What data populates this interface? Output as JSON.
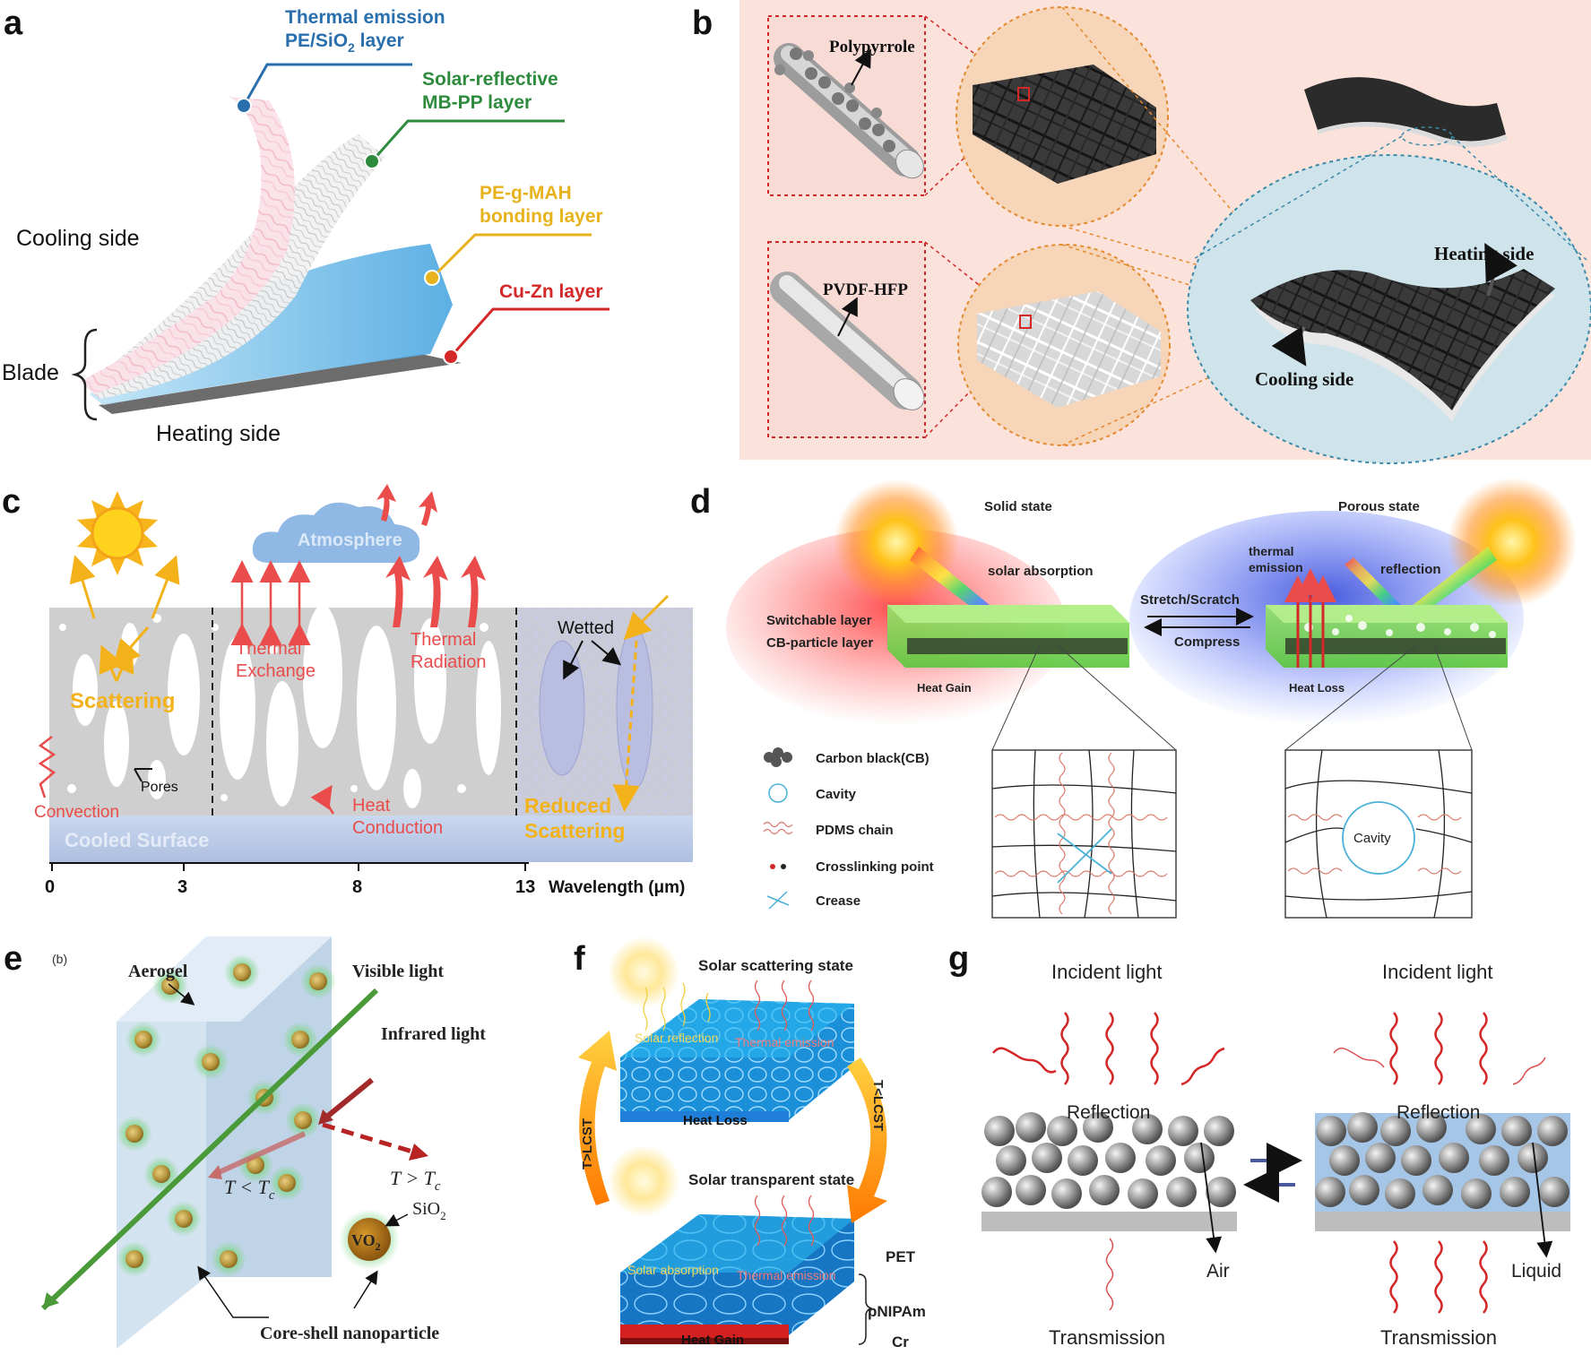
{
  "panel_letters": [
    "a",
    "b",
    "c",
    "d",
    "e",
    "f",
    "g"
  ],
  "a": {
    "thermal_emission_1": "Thermal emission",
    "thermal_emission_2": "PE/SiO",
    "thermal_emission_sub": "2",
    "thermal_emission_3": " layer",
    "solar_reflective_1": "Solar-reflective",
    "solar_reflective_2": "MB-PP layer",
    "bonding_1": "PE-g-MAH",
    "bonding_2": "bonding layer",
    "cuzn": "Cu-Zn layer",
    "cooling_side": "Cooling side",
    "blade": "Blade",
    "heating_side": "Heating side",
    "colors": {
      "emission": "#2a6fad",
      "reflective": "#2e8b3e",
      "bonding": "#e8b21c",
      "cuzn": "#d42727"
    }
  },
  "b": {
    "polypyrrole": "Polypyrrole",
    "pvdf": "PVDF-HFP",
    "heating_side": "Heating side",
    "cooling_side": "Cooling side"
  },
  "c": {
    "atmosphere": "Atmosphere",
    "scattering": "Scattering",
    "thermal_exchange_1": "Thermal",
    "thermal_exchange_2": "Exchange",
    "thermal_radiation_1": "Thermal",
    "thermal_radiation_2": "Radiation",
    "wetted": "Wetted",
    "pores": "Pores",
    "convection": "Convection",
    "heat_conduction_1": "Heat",
    "heat_conduction_2": "Conduction",
    "reduced_scattering_1": "Reduced",
    "reduced_scattering_2": "Scattering",
    "cooled_surface": "Cooled Surface",
    "axis_label": "Wavelength (μm)",
    "ticks": [
      "0",
      "3",
      "8",
      "13"
    ]
  },
  "d": {
    "solid_state": "Solid state",
    "porous_state": "Porous state",
    "solar_absorption": "solar absorption",
    "thermal_emission_1": "thermal",
    "thermal_emission_2": "emission",
    "reflection": "reflection",
    "stretch": "Stretch/Scratch",
    "compress": "Compress",
    "switchable": "Switchable layer",
    "cb_layer": "CB-particle layer",
    "heat_gain": "Heat Gain",
    "heat_loss": "Heat Loss",
    "legend": [
      "Carbon black(CB)",
      "Cavity",
      "PDMS chain",
      "Crosslinking point",
      "Crease"
    ],
    "cavity_label": "Cavity"
  },
  "e": {
    "sub_label": "(b)",
    "aerogel": "Aerogel",
    "visible": "Visible light",
    "infrared": "Infrared light",
    "t_less": "T < T",
    "t_greater": "T > T",
    "t_sub": "c",
    "sio2": "SiO",
    "sio2_sub": "2",
    "vo2": "VO",
    "vo2_sub": "2",
    "core_shell": "Core-shell nanoparticle"
  },
  "f": {
    "scattering_state": "Solar scattering state",
    "solar_reflection": "Solar reflection",
    "thermal_emission": "Thermal emission",
    "heat_loss": "Heat Loss",
    "transparent_state": "Solar transparent state",
    "solar_absorption": "Solar absorption",
    "thermal_emission_2": "Thermal emission",
    "heat_gain": "Heat Gain",
    "pet": "PET",
    "pnipam": "pNIPAm",
    "cr": "Cr",
    "t_gt": "T>LCST",
    "t_lt": "T<LCST"
  },
  "g": {
    "incident_left": "Incident light",
    "incident_right": "Incident light",
    "reflection_left": "Reflection",
    "reflection_right": "Reflection",
    "air": "Air",
    "liquid": "Liquid",
    "transmission_left": "Transmission",
    "transmission_right": "Transmission"
  }
}
